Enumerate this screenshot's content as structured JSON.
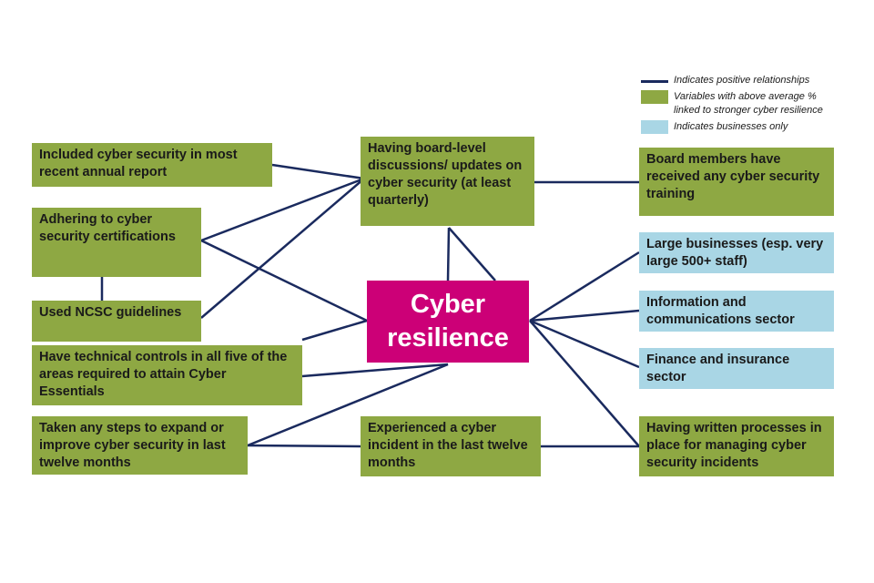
{
  "colors": {
    "green": "#8ea843",
    "blue": "#a9d6e5",
    "center": "#cc0077",
    "line": "#1a2a5e"
  },
  "legend": {
    "positive": "Indicates positive relationships",
    "above_avg_line1": "Variables with  above average %",
    "above_avg_line2": "linked to stronger cyber resilience",
    "businesses_only": "Indicates businesses only"
  },
  "center": {
    "line1": "Cyber",
    "line2": "resilience"
  },
  "nodes": {
    "annual_report": "Included cyber security in most recent annual report",
    "board_discussions": "Having board-level discussions/ updates on cyber security (at least quarterly)",
    "board_training": "Board members have received any cyber security training",
    "certifications": "Adhering to cyber security certifications",
    "large_businesses": "Large businesses (esp. very large 500+ staff)",
    "ncsc": "Used NCSC guidelines",
    "info_comms": "Information and communications sector",
    "technical_controls": "Have technical controls in all five of the areas required to attain Cyber Essentials",
    "finance": "Finance and insurance sector",
    "expand_security": "Taken any steps to expand or improve cyber security in last twelve months",
    "incident": "Experienced a cyber incident in the last twelve months",
    "written_processes": "Having written processes in place for managing cyber security incidents"
  }
}
